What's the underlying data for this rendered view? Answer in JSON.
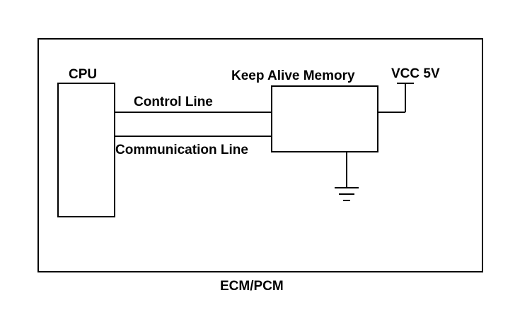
{
  "labels": {
    "cpu": "CPU",
    "kam": "Keep Alive Memory",
    "vcc": "VCC 5V",
    "control_line": "Control Line",
    "communication_line": "Communication Line",
    "module": "ECM/PCM"
  },
  "colors": {
    "line": "#000000",
    "background": "#ffffff"
  }
}
